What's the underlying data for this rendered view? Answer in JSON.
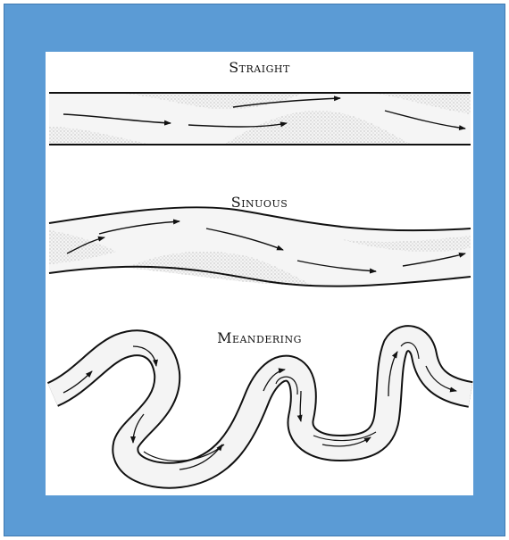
{
  "diagram": {
    "panels": [
      {
        "id": "straight",
        "title": "Straight"
      },
      {
        "id": "sinuous",
        "title": "Sinuous"
      },
      {
        "id": "meandering",
        "title": "Meandering"
      }
    ]
  },
  "colors": {
    "frame": "#5b9bd5",
    "panel": "#ffffff",
    "stroke": "#111111",
    "channel_fill": "#f2f2f2",
    "sediment": "#c8c8c8"
  }
}
